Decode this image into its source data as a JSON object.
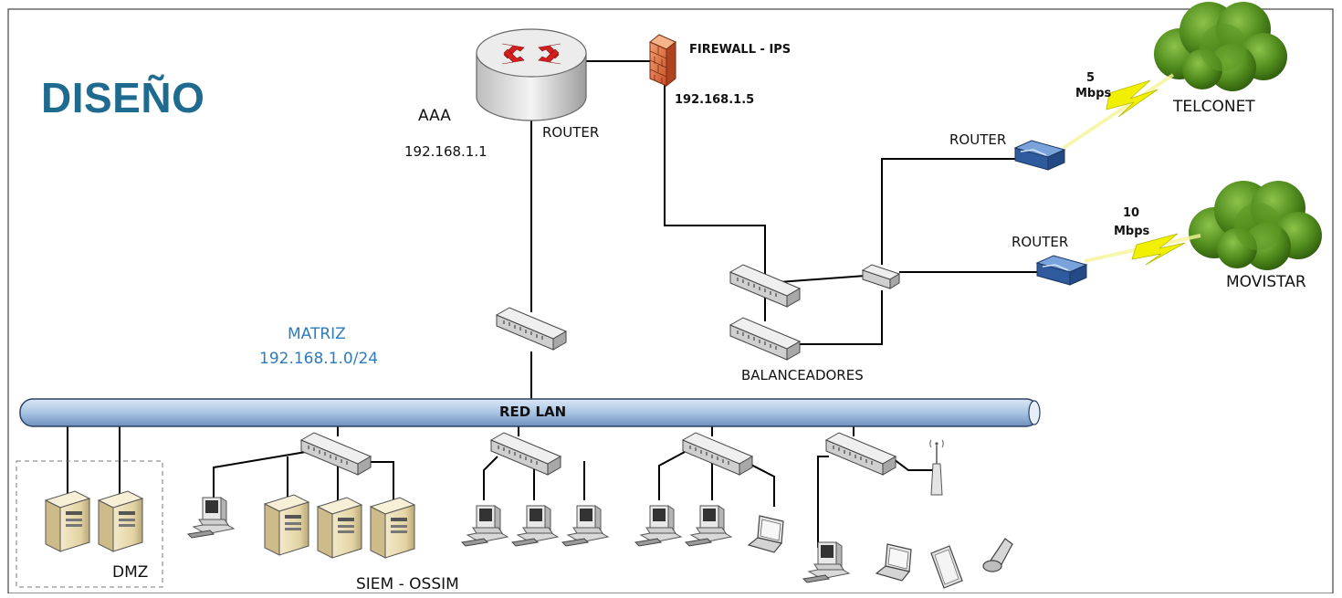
{
  "title": "DISEÑO",
  "colors": {
    "title": "#1f6b8f",
    "matriz": "#2e7bbd",
    "bus": "#a9c4e4",
    "cloud": "#4f8a1c",
    "bolt": "#f0f000"
  },
  "router_main": {
    "label": "ROUTER",
    "aaa": "AAA",
    "ip": "192.168.1.1"
  },
  "firewall": {
    "label": "FIREWALL - IPS",
    "ip": "192.168.1.5"
  },
  "matriz": {
    "name": "MATRIZ",
    "subnet": "192.168.1.0/24"
  },
  "bus": {
    "label": "RED LAN"
  },
  "balanceadores": {
    "label": "BALANCEADORES"
  },
  "wan": [
    {
      "router": "ROUTER",
      "speed_value": "5",
      "speed_unit": "Mbps",
      "isp": "TELCONET"
    },
    {
      "router": "ROUTER",
      "speed_value": "10",
      "speed_unit": "Mbps",
      "isp": "MOVISTAR"
    }
  ],
  "zones": {
    "dmz": "DMZ",
    "siem": "SIEM - OSSIM"
  },
  "icons": [
    "router-icon",
    "firewall-icon",
    "switch-icon",
    "server-icon",
    "workstation-icon",
    "laptop-icon",
    "tablet-icon",
    "phone-icon",
    "access-point-icon",
    "cloud-icon",
    "lightning-icon"
  ]
}
